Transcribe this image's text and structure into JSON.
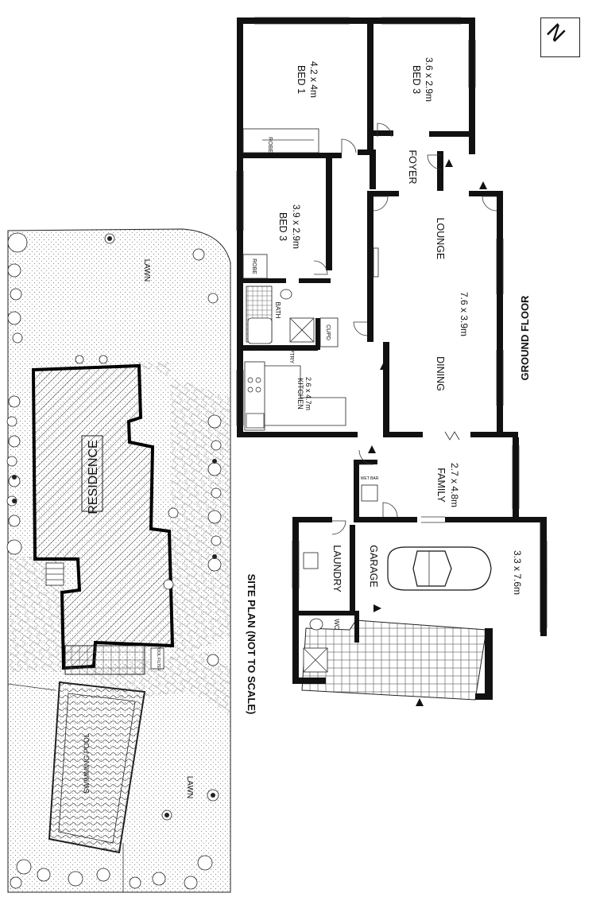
{
  "rooms": {
    "bed1": "BED 1",
    "bed1_dim": "4.2 x 4m",
    "bed3_top": "BED 3",
    "bed3_top_dim": "3.6 x 2.9m",
    "bed3_mid": "BED 3",
    "bed3_mid_dim": "3.9 x 2.9m",
    "foyer": "FOYER",
    "lounge": "LOUNGE",
    "lounge_dim": "7.6 x 3.9m",
    "dining": "DINING",
    "kitchen": "KITCHEN",
    "kitchen_dim": "2.6 x 4.7m",
    "family": "FAMILY",
    "family_dim": "2.7 x 4.8m",
    "laundry": "LAUNDRY",
    "garage": "GARAGE",
    "garage_dim": "3.3 x 7.6m",
    "bath": "BATH",
    "cupd": "CUPD",
    "ptry": "PTRY",
    "robe1": "ROBE",
    "robe2": "ROBE",
    "wc": "WC",
    "wet_bar": "WET BAR",
    "door": "DOOR"
  },
  "site": {
    "residence": "RESIDENCE",
    "lawn_top": "LAWN",
    "lawn_bottom": "LAWN",
    "pool": "SWIMMING POOL",
    "pool_filter": "POOL FILTER"
  },
  "titles": {
    "ground_floor": "GROUND FLOOR",
    "site_plan": "SITE PLAN (NOT TO SCALE)"
  },
  "north_symbol": "N",
  "colors": {
    "wall": "#111111",
    "line": "#222222",
    "paper": "#ffffff"
  }
}
